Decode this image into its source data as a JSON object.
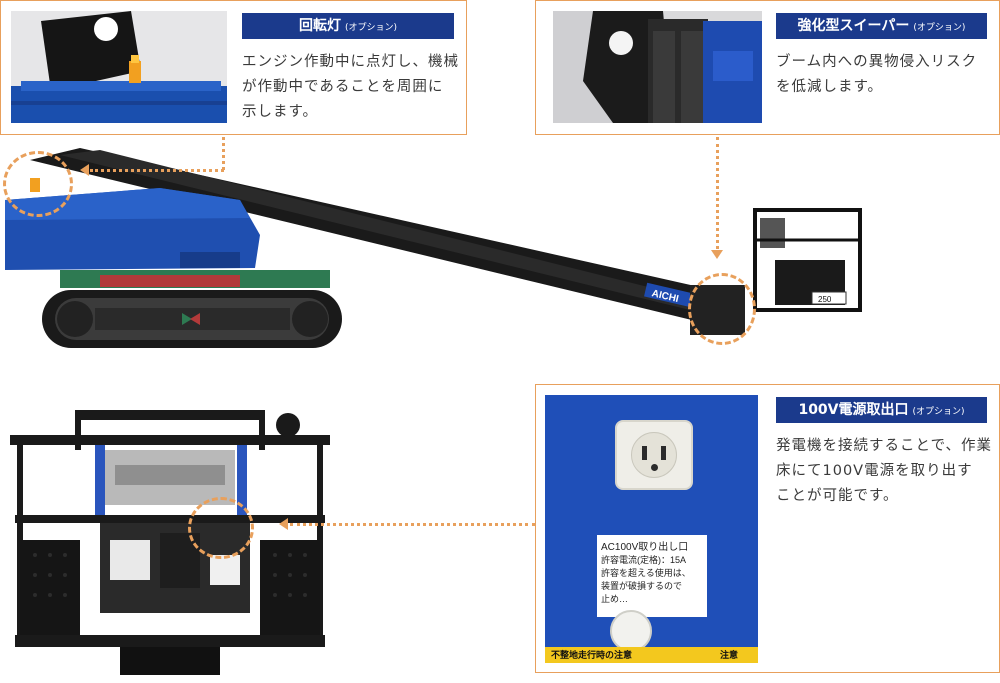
{
  "panels": {
    "beacon": {
      "title": "回転灯",
      "option": "(オプション)",
      "lines": [
        "エンジン作動中に点灯し、機械",
        "が作動中であることを周囲に",
        "示します。"
      ]
    },
    "sweeper": {
      "title": "強化型スイーパー",
      "option": "(オプション)",
      "lines": [
        "ブーム内への異物侵入リスク",
        "を低減します。"
      ]
    },
    "outlet": {
      "title": "100V電源取出口",
      "option": "(オプション)",
      "lines": [
        "発電機を接続することで、作業",
        "床にて100V電源を取り出す",
        "ことが可能です。"
      ]
    }
  },
  "machine": {
    "brand": "AICHI",
    "boom_label": "",
    "platform_plate": "250"
  },
  "outlet_photo": {
    "label_lines": [
      "AC100V取り出し口",
      "許容電流(定格)：15A",
      "許容を超える使用は、",
      "装置が破損するので",
      "止め…"
    ],
    "warning_left": "不整地走行時の注意",
    "warning_right": "注意"
  },
  "colors": {
    "accent": "#e8a05c",
    "title_bg": "#1b3a8c",
    "machine_blue": "#1f4fb0",
    "boom_black": "#1a1a1a"
  }
}
